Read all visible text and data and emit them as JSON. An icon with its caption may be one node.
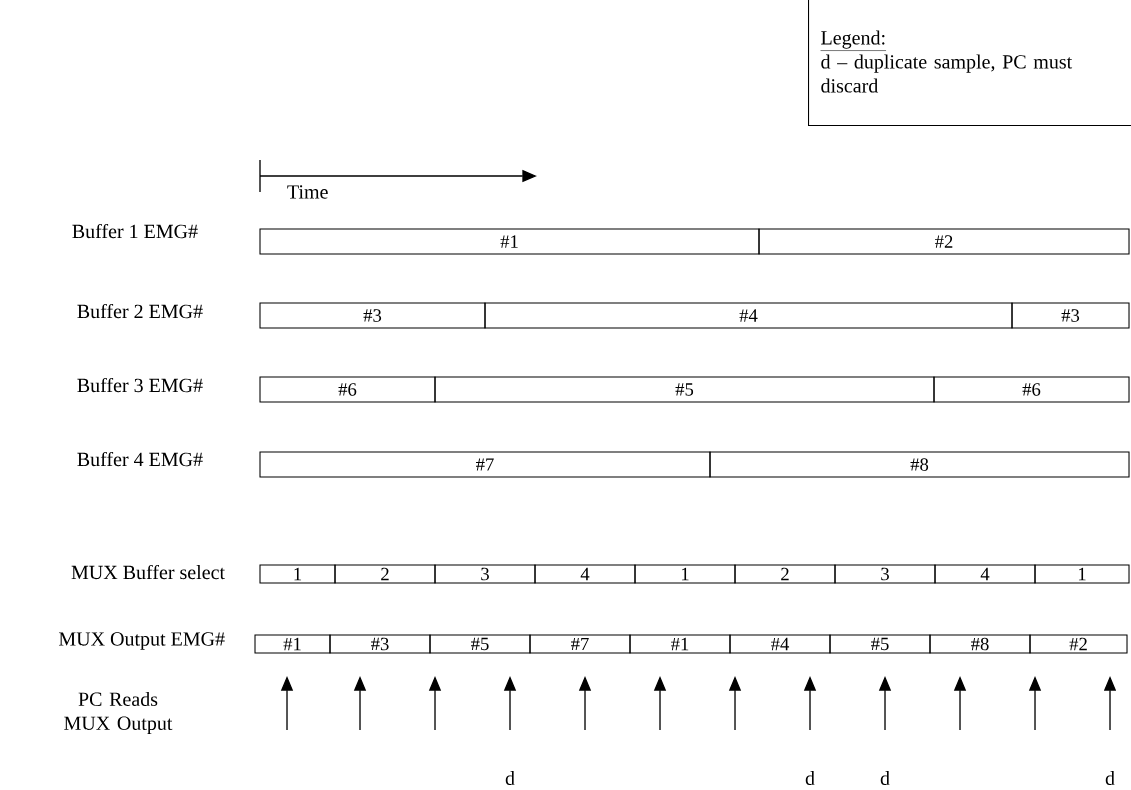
{
  "diagram": {
    "nodes": [
      {
        "text": [
          "Legend:",
          "d – duplicate sample, PC must discard"
        ]
      },
      {
        "text": [
          "#1"
        ]
      },
      {
        "text": [
          "#2"
        ]
      },
      {
        "text": [
          "#3"
        ]
      },
      {
        "text": [
          "#4"
        ]
      },
      {
        "text": [
          "#3"
        ]
      },
      {
        "text": [
          "#6"
        ]
      },
      {
        "text": [
          "#5"
        ]
      },
      {
        "text": [
          "#6"
        ]
      },
      {
        "text": [
          "#7"
        ]
      },
      {
        "text": [
          "#8"
        ]
      },
      {
        "text": [
          "1"
        ]
      },
      {
        "text": [
          "2"
        ]
      },
      {
        "text": [
          "3"
        ]
      },
      {
        "text": [
          "4"
        ]
      },
      {
        "text": [
          "1"
        ]
      },
      {
        "text": [
          "2"
        ]
      },
      {
        "text": [
          "3"
        ]
      },
      {
        "text": [
          "4"
        ]
      },
      {
        "text": [
          "1"
        ]
      },
      {
        "text": [
          "#1"
        ]
      },
      {
        "text": [
          "#3"
        ]
      },
      {
        "text": [
          "#5"
        ]
      },
      {
        "text": [
          "#7"
        ]
      },
      {
        "text": [
          "#1"
        ]
      },
      {
        "text": [
          "#4"
        ]
      },
      {
        "text": [
          "#5"
        ]
      },
      {
        "text": [
          "#8"
        ]
      },
      {
        "text": [
          "#2"
        ]
      }
    ],
    "labels": [
      "Time",
      "Buffer 1 EMG#",
      "Buffer 2 EMG#",
      "Buffer 3 EMG#",
      "Buffer 4 EMG#",
      "MUX Buffer select",
      "MUX Output EMG#",
      "PC Reads MUX Output",
      "d",
      "d",
      "d",
      "d"
    ]
  }
}
